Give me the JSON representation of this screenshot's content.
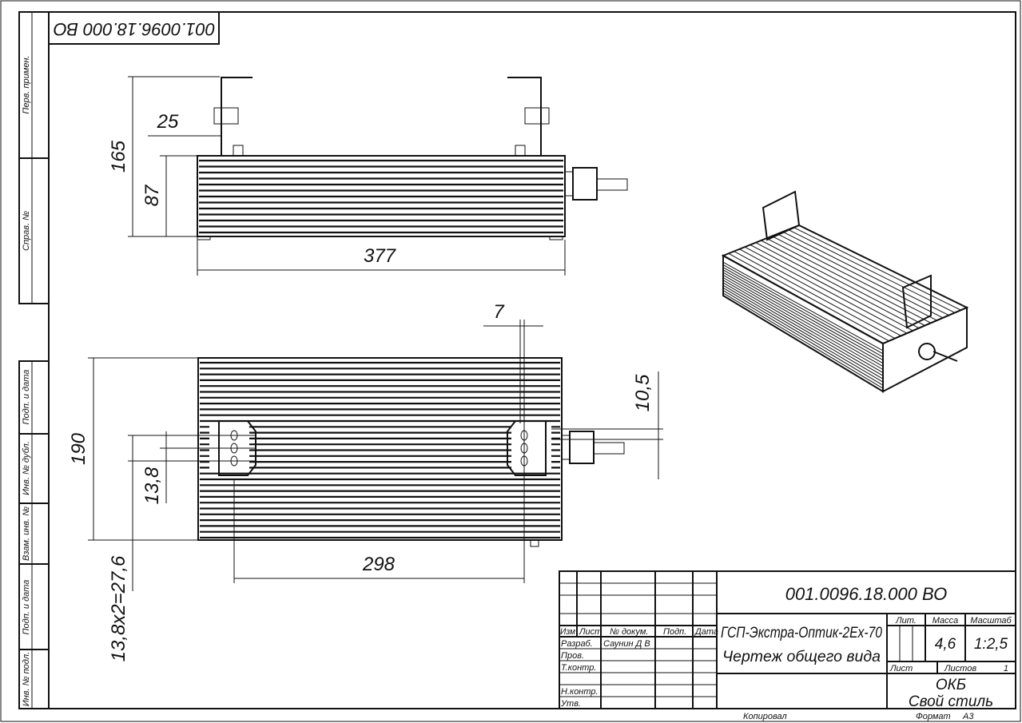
{
  "stamp_code": "001.0096.18.000 ВО",
  "left_strip": [
    "Перв. примен.",
    "Справ. №",
    "Подп. и дата",
    "Инв. № дубл.",
    "Взам. инв. №",
    "Подп. и дата",
    "Инв. № подл."
  ],
  "dimensions": {
    "d165": "165",
    "d25": "25",
    "d87": "87",
    "d377": "377",
    "d7": "7",
    "d10_5": "10,5",
    "d190": "190",
    "d13_8": "13,8",
    "d298": "298",
    "d27_6": "13,8х2=27,6"
  },
  "title_block": {
    "designation": "001.0096.18.000 ВО",
    "name_line1": "ГСП-Экстра-Оптик-2Ех-70",
    "name_line2": "Чертеж общего вида",
    "headers": {
      "izm": "Изм",
      "list": "Лист",
      "doc": "№ докум.",
      "sign": "Подп.",
      "date": "Дата"
    },
    "roles": {
      "razrab": "Разраб.",
      "prov": "Пров.",
      "tkontr": "Т.контр.",
      "nkontr": "Н.контр.",
      "utv": "Утв."
    },
    "developer": "Саунин Д В",
    "lit_label": "Лит.",
    "mass_label": "Масса",
    "scale_label": "Масштаб",
    "mass": "4,6",
    "scale": "1:2,5",
    "sheet_label": "Лист",
    "sheets_label": "Листов",
    "sheets": "1",
    "org1": "ОКБ",
    "org2": "Свой стиль",
    "copied": "Копировал",
    "format_label": "Формат",
    "format": "А3"
  }
}
